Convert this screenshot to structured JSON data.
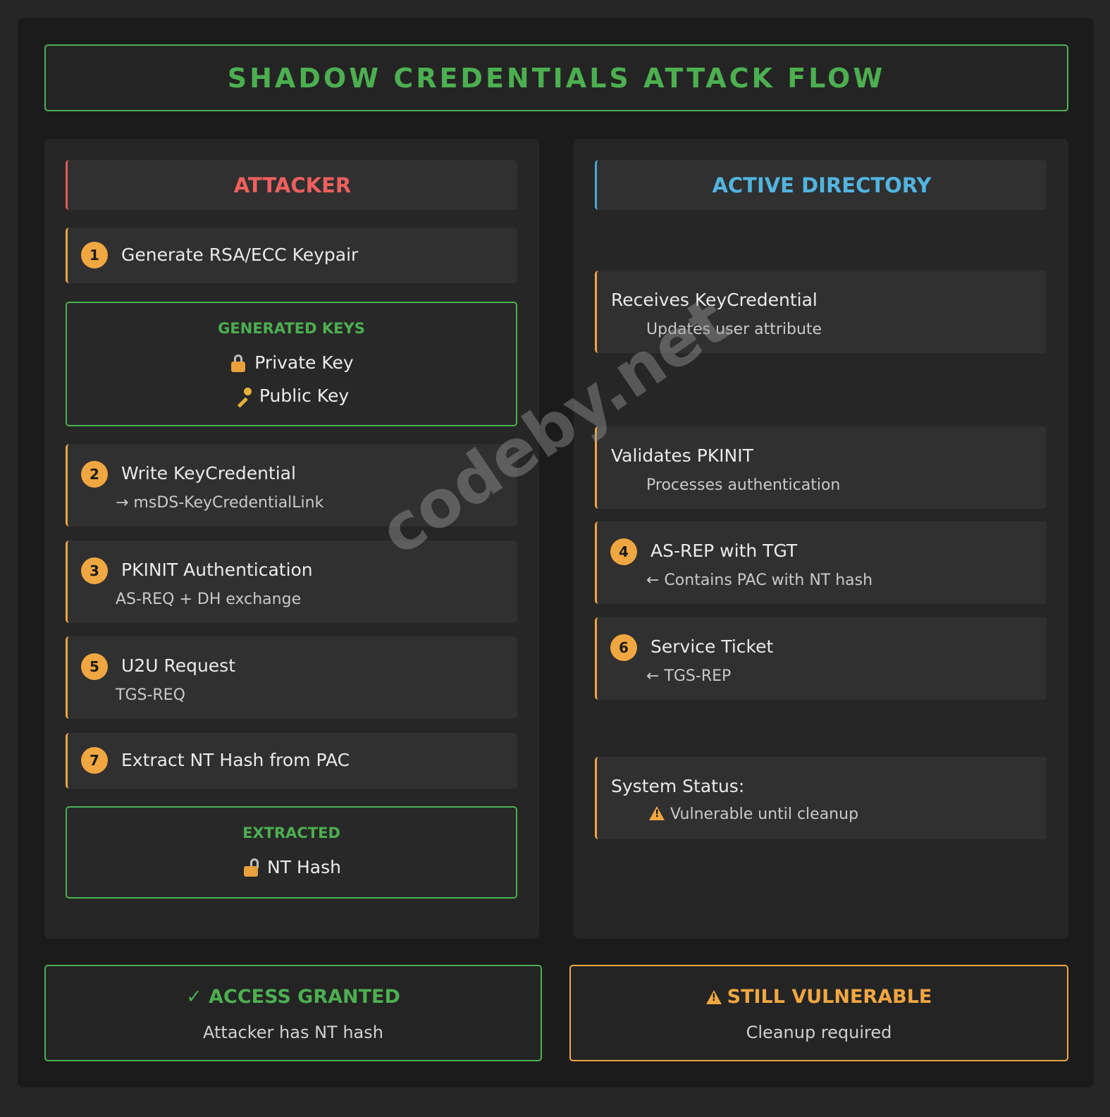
{
  "title": "SHADOW CREDENTIALS ATTACK FLOW",
  "attacker": {
    "heading": "ATTACKER",
    "steps": [
      {
        "num": "1",
        "title": "Generate RSA/ECC Keypair"
      },
      {
        "num": "2",
        "title": "Write KeyCredential",
        "sub": "→ msDS-KeyCredentialLink"
      },
      {
        "num": "3",
        "title": "PKINIT Authentication",
        "sub": "AS-REQ + DH exchange"
      },
      {
        "num": "5",
        "title": "U2U Request",
        "sub": "TGS-REQ"
      },
      {
        "num": "7",
        "title": "Extract NT Hash from PAC"
      }
    ],
    "generated_keys": {
      "heading": "GENERATED KEYS",
      "items": [
        {
          "icon": "locked-lock-icon",
          "label": "Private Key"
        },
        {
          "icon": "key-icon",
          "label": "Public Key"
        }
      ]
    },
    "extracted": {
      "heading": "EXTRACTED",
      "items": [
        {
          "icon": "unlocked-lock-icon",
          "label": "NT Hash"
        }
      ]
    }
  },
  "ad": {
    "heading": "ACTIVE DIRECTORY",
    "events": [
      {
        "title": "Receives KeyCredential",
        "sub": "Updates user attribute"
      },
      {
        "title": "Validates PKINIT",
        "sub": "Processes authentication"
      },
      {
        "num": "4",
        "title": "AS-REP with TGT",
        "sub": "← Contains PAC with NT hash"
      },
      {
        "num": "6",
        "title": "Service Ticket",
        "sub": "← TGS-REP"
      },
      {
        "title": "System Status:",
        "sub": "Vulnerable until cleanup",
        "icon": "warning-icon"
      }
    ]
  },
  "result": {
    "granted": {
      "icon": "checkmark-icon",
      "symbol": "✓",
      "heading": "ACCESS GRANTED",
      "sub": "Attacker has NT hash"
    },
    "vulnerable": {
      "icon": "warning-icon",
      "heading": "STILL VULNERABLE",
      "sub": "Cleanup required"
    }
  },
  "watermark": "codeby.net",
  "colors": {
    "green": "#4caf50",
    "orange": "#f0a741",
    "red": "#f0605e",
    "blue": "#52b4e0"
  }
}
